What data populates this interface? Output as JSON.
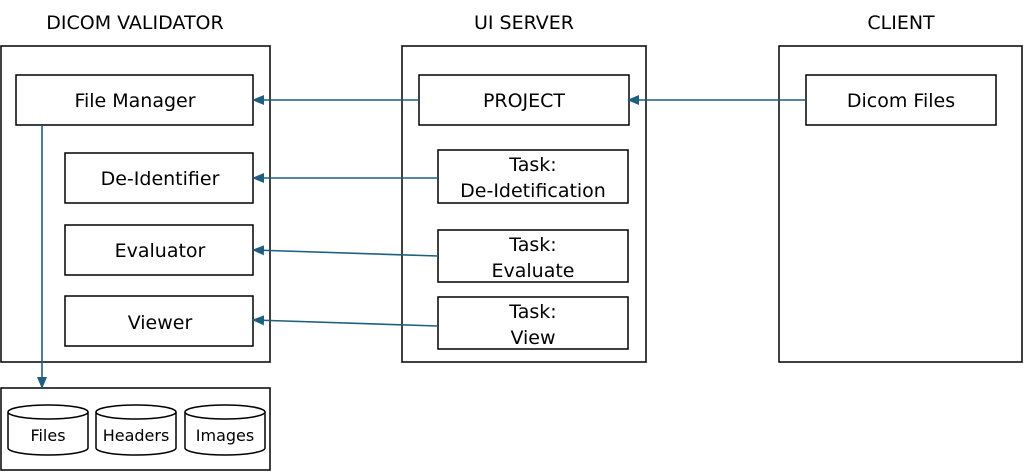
{
  "colors": {
    "arrow": "#1f5f7f",
    "stroke": "#000000",
    "background": "#ffffff"
  },
  "sections": {
    "validator": {
      "title": "DICOM VALIDATOR"
    },
    "server": {
      "title": "UI SERVER"
    },
    "client": {
      "title": "CLIENT"
    }
  },
  "validator_nodes": {
    "file_manager": "File Manager",
    "de_identifier": "De-Identifier",
    "evaluator": "Evaluator",
    "viewer": "Viewer"
  },
  "server_nodes": {
    "project": "PROJECT",
    "task_deid": [
      "Task:",
      "De-Idetification"
    ],
    "task_evaluate": [
      "Task:",
      "Evaluate"
    ],
    "task_view": [
      "Task:",
      "View"
    ]
  },
  "client_nodes": {
    "dicom_files": "Dicom Files"
  },
  "storage": {
    "files": "Files",
    "headers": "Headers",
    "images": "Images"
  }
}
